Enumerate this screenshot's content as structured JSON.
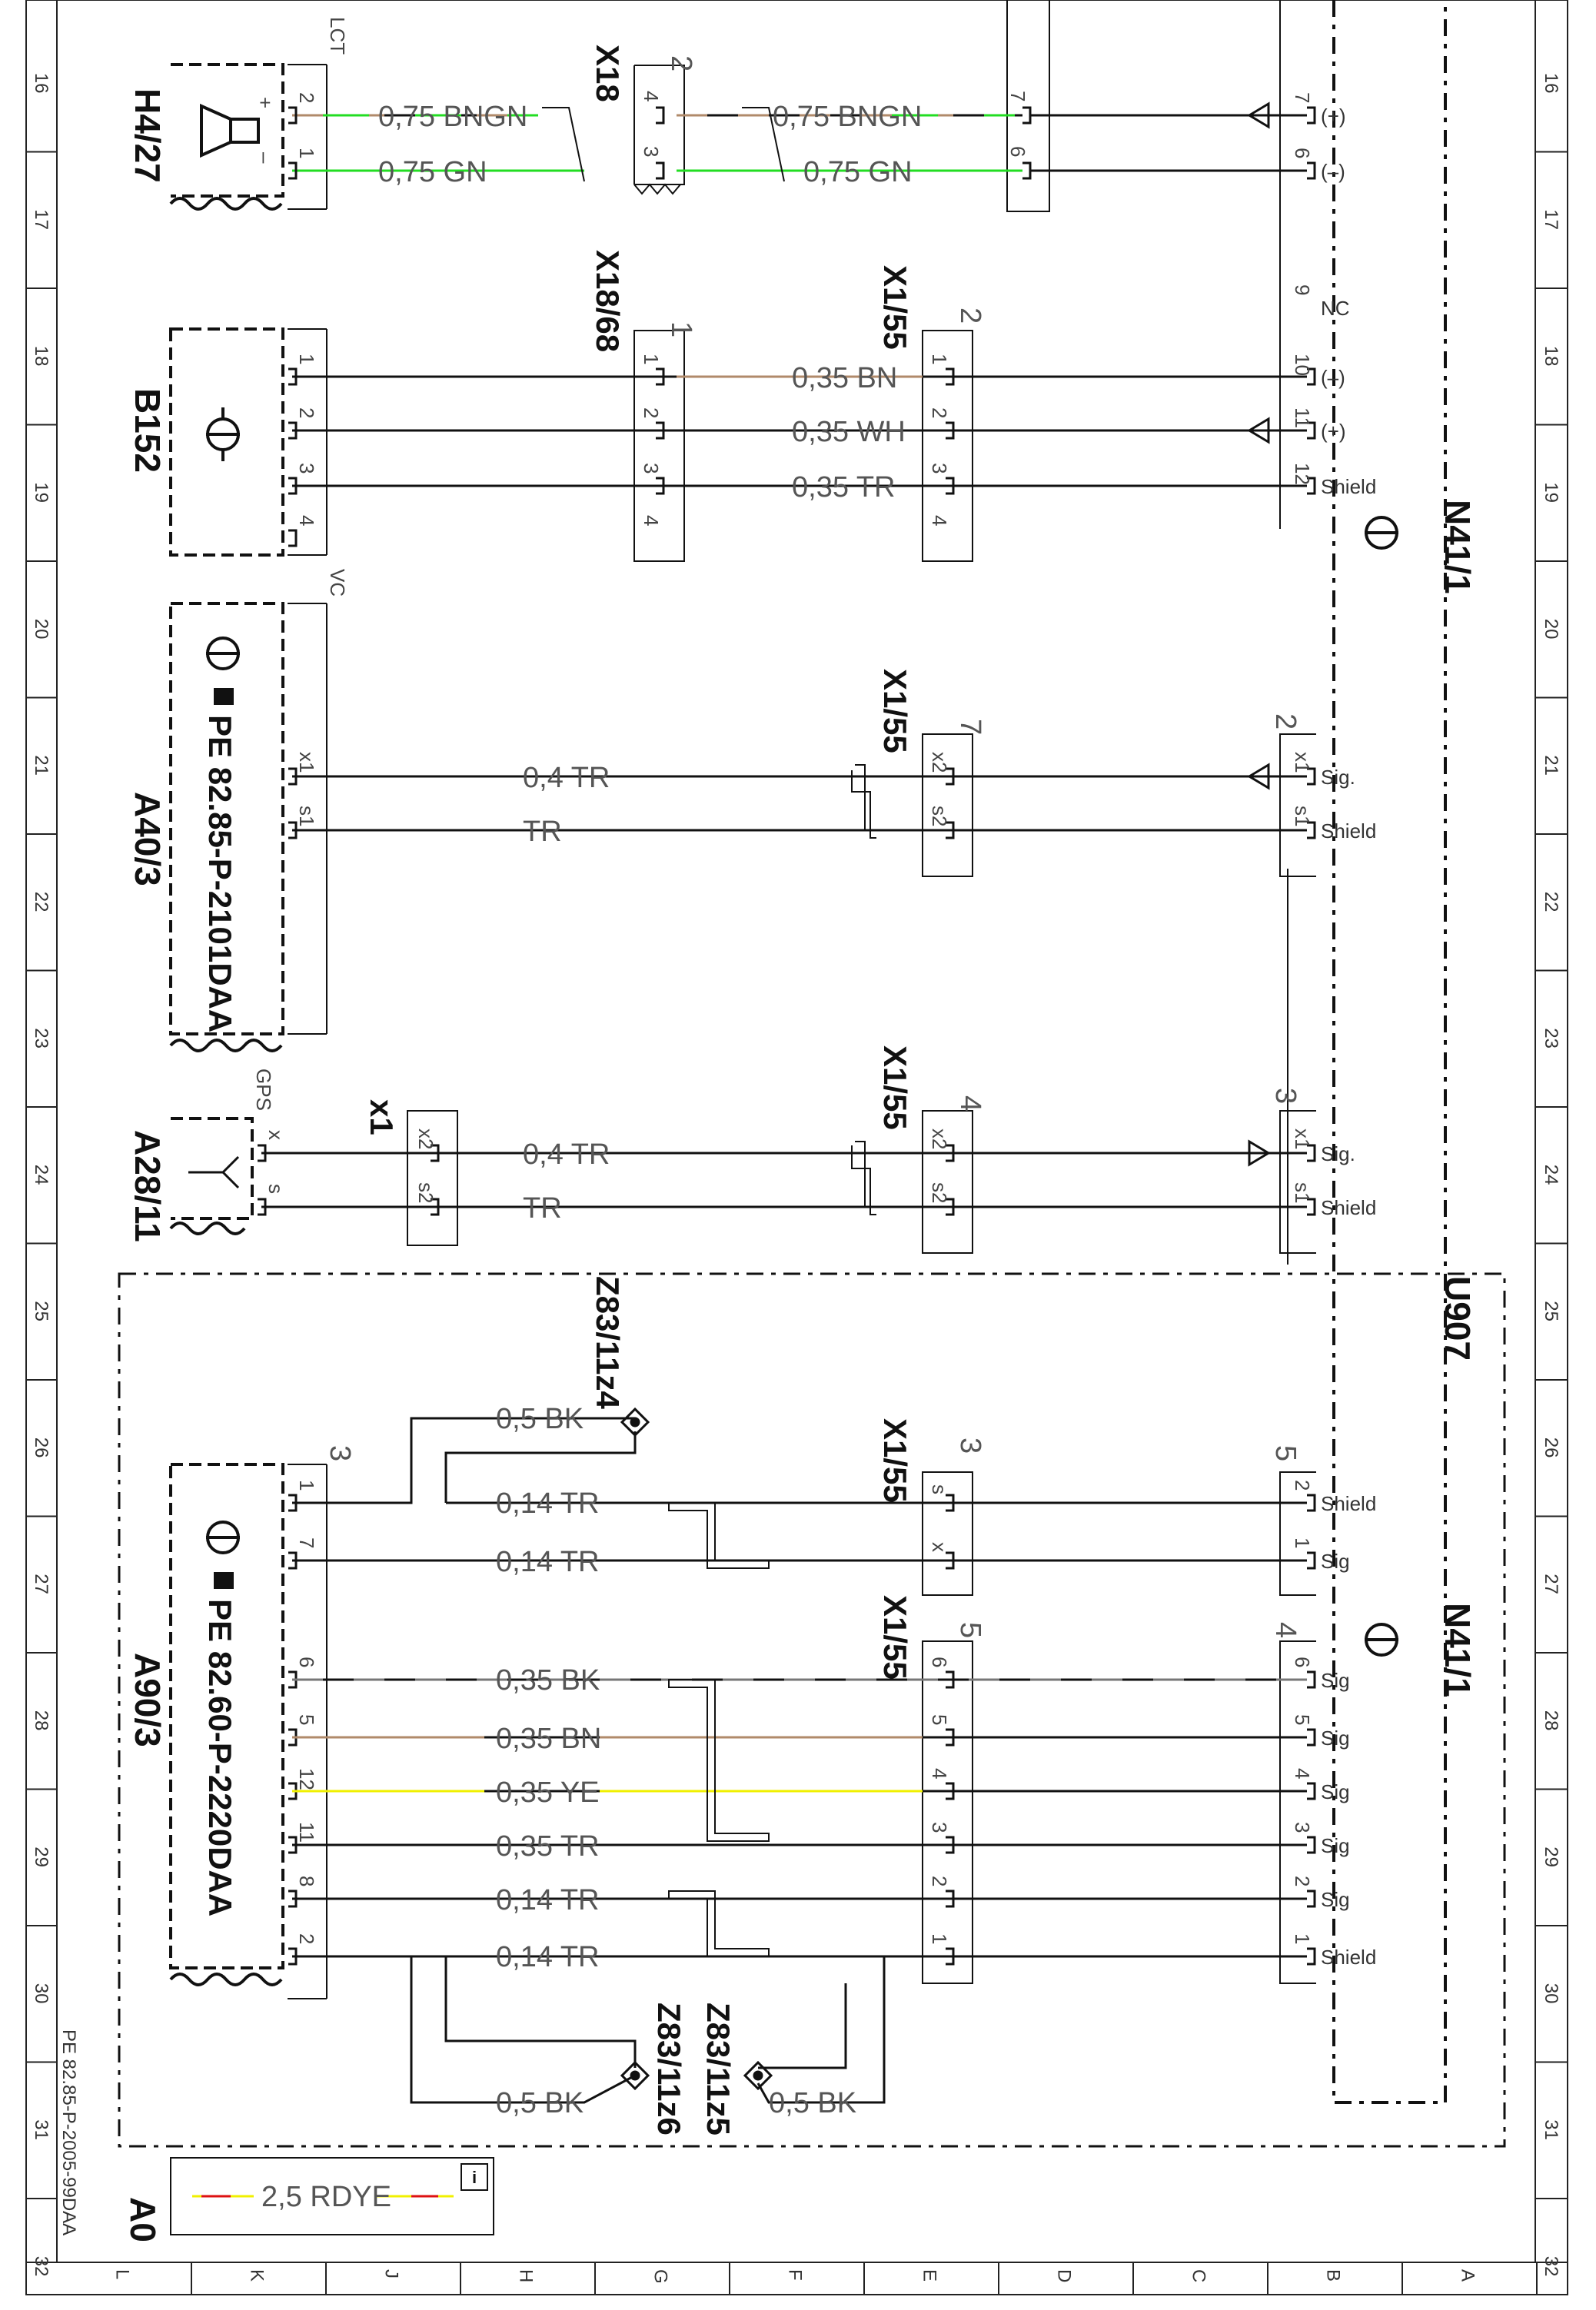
{
  "drawing": {
    "sheet_id": "PE 82.85-P-2005-99DAA",
    "paper_size": "A0",
    "grid_rows": [
      "16",
      "17",
      "18",
      "19",
      "20",
      "21",
      "22",
      "23",
      "24",
      "25",
      "26",
      "27",
      "28",
      "29",
      "30",
      "31",
      "32"
    ],
    "grid_cols": [
      "L",
      "K",
      "J",
      "H",
      "G",
      "F",
      "E",
      "D",
      "C",
      "B",
      "A"
    ]
  },
  "components": {
    "h4_27": {
      "id": "H4/27",
      "tag": "LCT",
      "pins": [
        "2",
        "1",
        "+",
        "–"
      ]
    },
    "b152": {
      "id": "B152",
      "pins": [
        "1",
        "2",
        "3",
        "4"
      ]
    },
    "a40_3": {
      "id": "A40/3",
      "ref": "PE 82.85-P-2101DAA",
      "tag": "VC",
      "pins": [
        "x1",
        "s1"
      ]
    },
    "a28_11": {
      "id": "A28/11",
      "tag": "GPS",
      "pins": [
        "x",
        "s"
      ]
    },
    "a90_3": {
      "id": "A90/3",
      "ref": "PE 82.60-P-2220DAA",
      "connector": "3",
      "pins": [
        "1",
        "7",
        "6",
        "5",
        "12",
        "11",
        "8",
        "2"
      ]
    },
    "n41_1": {
      "id": "N41/1",
      "id2": "N41/1"
    },
    "u907": {
      "id": "U907"
    }
  },
  "connectors": {
    "x18": {
      "id": "X18",
      "pin_group": "2",
      "pins": [
        "4",
        "3"
      ]
    },
    "x18_68": {
      "id": "X18/68",
      "pin_group": "1",
      "pins": [
        "1",
        "2",
        "3",
        "4"
      ]
    },
    "x1_55_a": {
      "id": "X1/55",
      "pin_group": "2",
      "pins": [
        "1",
        "2",
        "3",
        "4"
      ]
    },
    "x1_55_b": {
      "id": "X1/55",
      "pin_group": "7",
      "pins": [
        "x2",
        "s2"
      ]
    },
    "x1_55_c": {
      "id": "X1/55",
      "pin_group": "4",
      "pins": [
        "x2",
        "s2"
      ]
    },
    "x1": {
      "id": "x1",
      "pins": [
        "x2",
        "s2"
      ]
    },
    "x1_55_d": {
      "id": "X1/55",
      "pin_group": "3",
      "pins": [
        "s",
        "x"
      ]
    },
    "x1_55_e": {
      "id": "X1/55",
      "pin_group": "5",
      "pins": [
        "6",
        "5",
        "4",
        "3",
        "2",
        "1"
      ]
    },
    "ecu_top": {
      "pins": [
        "7",
        "6"
      ]
    },
    "n41_g1": {
      "pins": [
        "7",
        "6",
        "9",
        "10",
        "11",
        "12"
      ],
      "labels": [
        "(+)",
        "(–)",
        "NC",
        "(–)",
        "(+)",
        "Shield"
      ]
    },
    "n41_g2": {
      "pin_group": "2",
      "pins": [
        "x1",
        "s1"
      ],
      "labels": [
        "Sig.",
        "Shield"
      ]
    },
    "n41_g3": {
      "pin_group": "3",
      "pins": [
        "x1",
        "s1"
      ],
      "labels": [
        "Sig.",
        "Shield"
      ]
    },
    "n41_g5": {
      "pin_group": "5",
      "pins": [
        "2",
        "1"
      ],
      "labels": [
        "Shield",
        "Sig"
      ]
    },
    "n41_g4": {
      "pin_group": "4",
      "pins": [
        "6",
        "5",
        "4",
        "3",
        "2",
        "1"
      ],
      "labels": [
        "Sig",
        "Sig",
        "Sig",
        "Sig",
        "Sig",
        "Shield"
      ]
    }
  },
  "wires": {
    "w1": "0,75 BNGN",
    "w2": "0,75 GN",
    "w3": "0,75 BNGN",
    "w4": "0,75 GN",
    "w5": "0,35 BN",
    "w6": "0,35 WH",
    "w7": "0,35 TR",
    "w8": "0,4 TR",
    "w9": "TR",
    "w10": "0,4 TR",
    "w11": "TR",
    "w12": "0,5 BK",
    "w13": "0,14 TR",
    "w14": "0,14 TR",
    "w15": "0,35 BK",
    "w16": "0,35 BN",
    "w17": "0,35 YE",
    "w18": "0,35 TR",
    "w19": "0,14 TR",
    "w20": "0,14 TR",
    "w21": "0,5 BK",
    "w22": "0,5 BK"
  },
  "splices": {
    "z1": "Z83/11z4",
    "z2": "Z83/11z6",
    "z3": "Z83/11z5"
  },
  "legend": {
    "sample": "2,5 RDYE",
    "info_icon": "info-icon"
  },
  "colors": {
    "ink": "#111111",
    "BNGN_brown": "#b08a6a",
    "GN": "#22dd22",
    "BN": "#b08a6a",
    "YE": "#f0f000",
    "RD": "#dd1111",
    "grey": "#777777"
  }
}
